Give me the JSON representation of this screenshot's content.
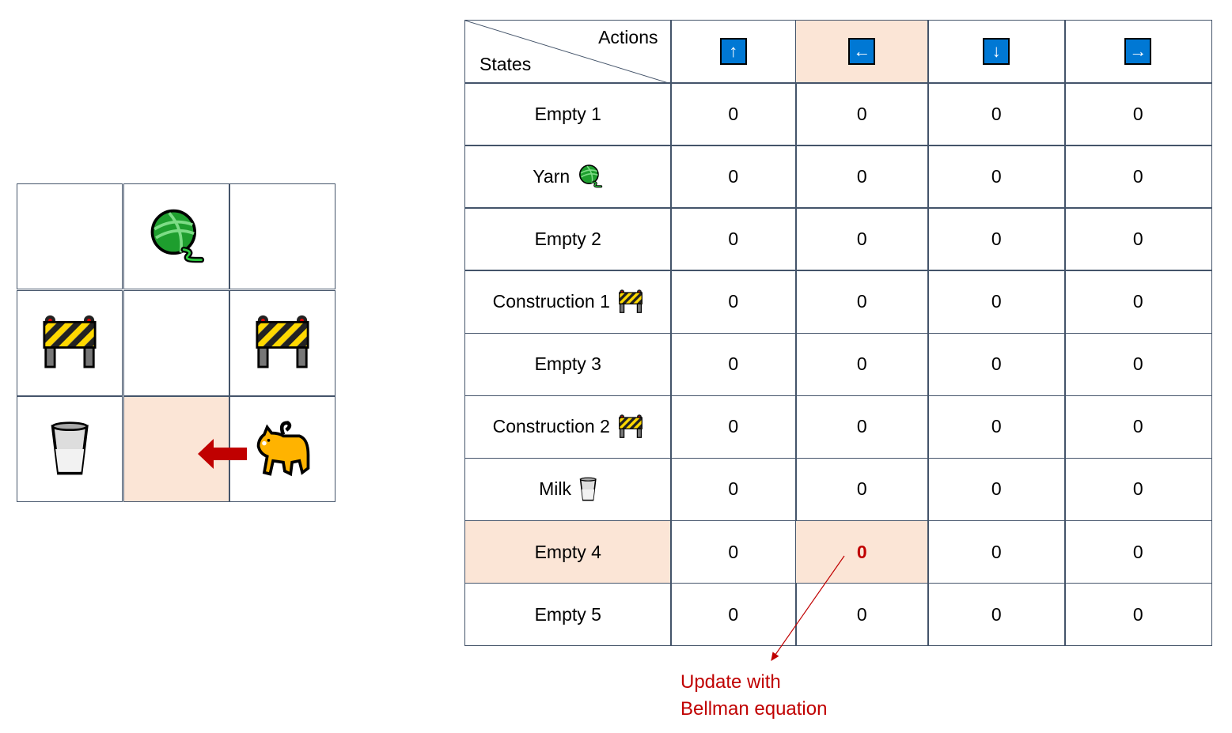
{
  "grid": {
    "cells": [
      [
        "",
        "yarn",
        ""
      ],
      [
        "construction",
        "",
        "construction"
      ],
      [
        "milk",
        "highlight",
        "cat"
      ]
    ],
    "move_arrow": "left",
    "highlight_color": "#fbe5d6",
    "arrow_color": "#c00000"
  },
  "table": {
    "corner": {
      "actions": "Actions",
      "states": "States"
    },
    "actions": [
      {
        "symbol": "↑",
        "name": "up"
      },
      {
        "symbol": "←",
        "name": "left",
        "highlight": true
      },
      {
        "symbol": "↓",
        "name": "down"
      },
      {
        "symbol": "→",
        "name": "right"
      }
    ],
    "rows": [
      {
        "state": "Empty 1",
        "icon": "",
        "values": [
          "0",
          "0",
          "0",
          "0"
        ]
      },
      {
        "state": "Yarn",
        "icon": "yarn",
        "values": [
          "0",
          "0",
          "0",
          "0"
        ]
      },
      {
        "state": "Empty 2",
        "icon": "",
        "values": [
          "0",
          "0",
          "0",
          "0"
        ]
      },
      {
        "state": "Construction 1",
        "icon": "construction",
        "values": [
          "0",
          "0",
          "0",
          "0"
        ]
      },
      {
        "state": "Empty 3",
        "icon": "",
        "values": [
          "0",
          "0",
          "0",
          "0"
        ]
      },
      {
        "state": "Construction 2",
        "icon": "construction",
        "values": [
          "0",
          "0",
          "0",
          "0"
        ]
      },
      {
        "state": "Milk",
        "icon": "milk",
        "values": [
          "0",
          "0",
          "0",
          "0"
        ]
      },
      {
        "state": "Empty 4",
        "icon": "",
        "values": [
          "0",
          "0",
          "0",
          "0"
        ],
        "highlight": true,
        "updated_col": 1
      },
      {
        "state": "Empty 5",
        "icon": "",
        "values": [
          "0",
          "0",
          "0",
          "0"
        ]
      }
    ]
  },
  "annotation": {
    "line1": "Update with",
    "line2": "Bellman equation"
  }
}
